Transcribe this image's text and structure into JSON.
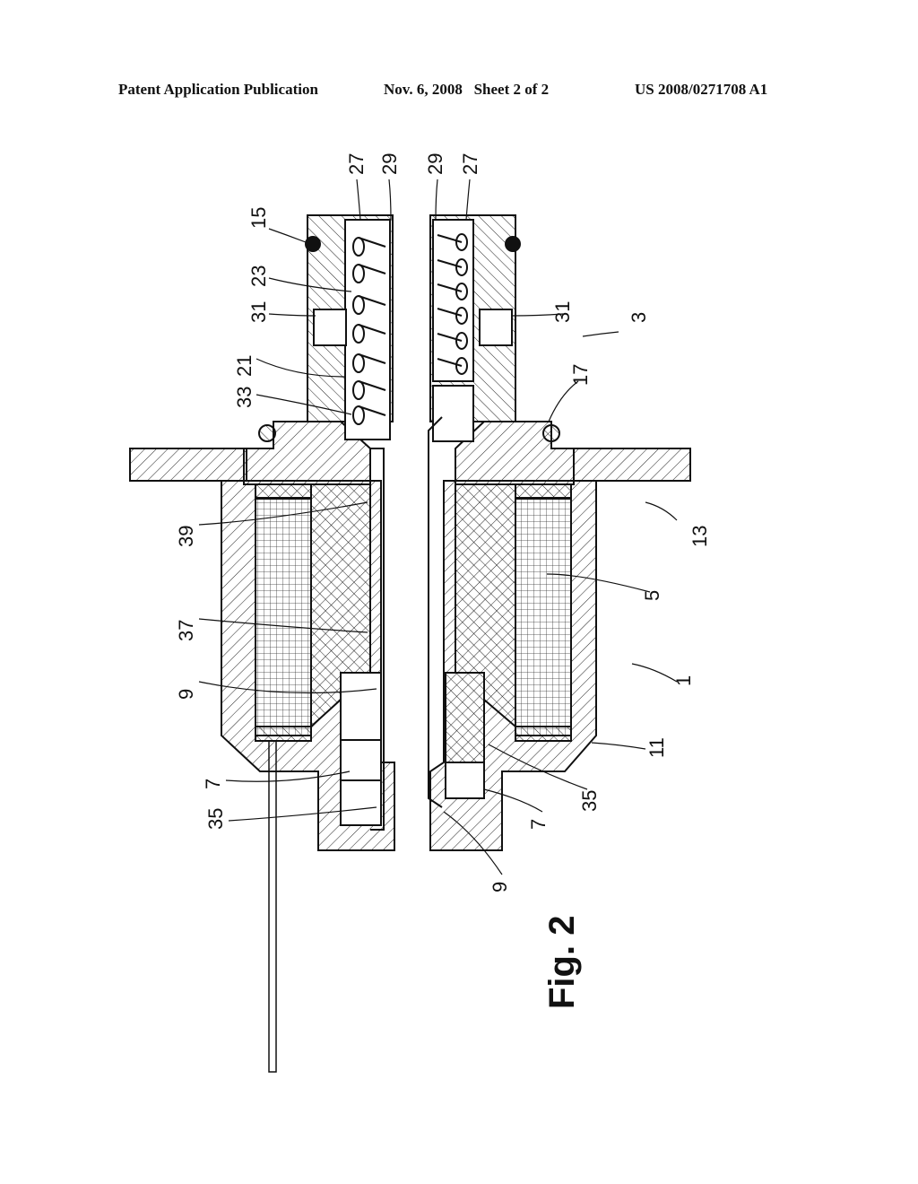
{
  "header": {
    "publication": "Patent Application Publication",
    "date_sheet": "Nov. 6, 2008   Sheet 2 of 2",
    "number": "US 2008/0271708 A1"
  },
  "figure": {
    "label": "Fig. 2",
    "refs": {
      "r27_left": "27",
      "r29_left": "29",
      "r29_right": "29",
      "r27_right": "27",
      "r15": "15",
      "r23": "23",
      "r31_left": "31",
      "r31_right": "31",
      "r3": "3",
      "r21": "21",
      "r33": "33",
      "r17": "17",
      "r39": "39",
      "r13": "13",
      "r5": "5",
      "r37": "37",
      "r1": "1",
      "r9_left": "9",
      "r11": "11",
      "r7_left": "7",
      "r35_left": "35",
      "r35_right": "35",
      "r7_right": "7",
      "r9_right": "9"
    }
  }
}
